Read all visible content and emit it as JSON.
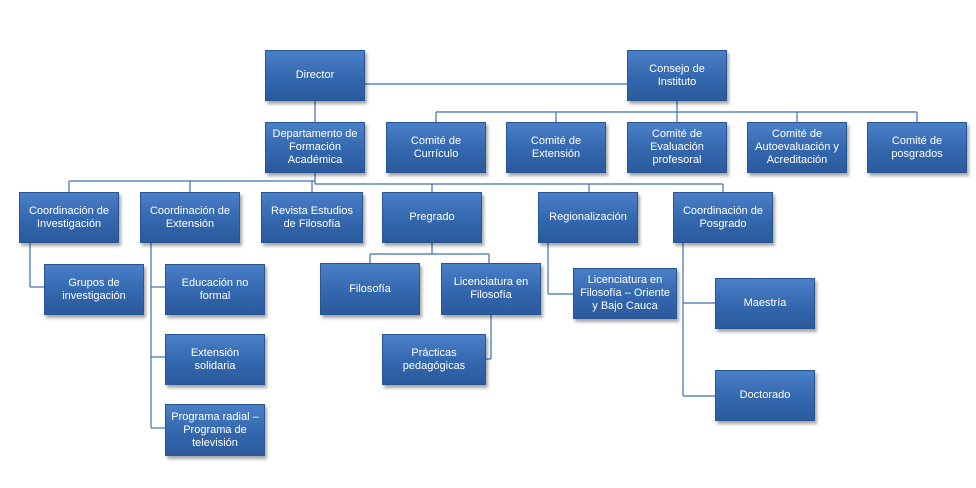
{
  "nodes": {
    "director": "Director",
    "consejo": "Consejo de Instituto",
    "departamento": "Departamento de Formación Académica",
    "comite_curriculo": "Comité de Currículo",
    "comite_extension": "Comité de Extensión",
    "comite_evaluacion": "Comité de Evaluación profesoral",
    "comite_autoevaluacion": "Comité de Autoevaluación y Acreditación",
    "comite_posgrados": "Comité de posgrados",
    "coord_investigacion": "Coordinación de Investigación",
    "coord_extension": "Coordinación de Extensión",
    "revista": "Revista Estudios de Filosofía",
    "pregrado": "Pregrado",
    "regionalizacion": "Regionalización",
    "coord_posgrado": "Coordinación de Posgrado",
    "grupos": "Grupos de investigación",
    "educacion": "Educación no formal",
    "extension_solidaria": "Extensión solidaria",
    "programa_radial": "Programa radial – Programa de televisión",
    "filosofia": "Filosofía",
    "licenciatura": "Licenciatura en Filosofía",
    "practicas": "Prácticas pedagógicas",
    "licenciatura_oriente": "Licenciatura en Filosofía – Oriente y Bajo Cauca",
    "maestria": "Maestría",
    "doctorado": "Doctorado"
  }
}
